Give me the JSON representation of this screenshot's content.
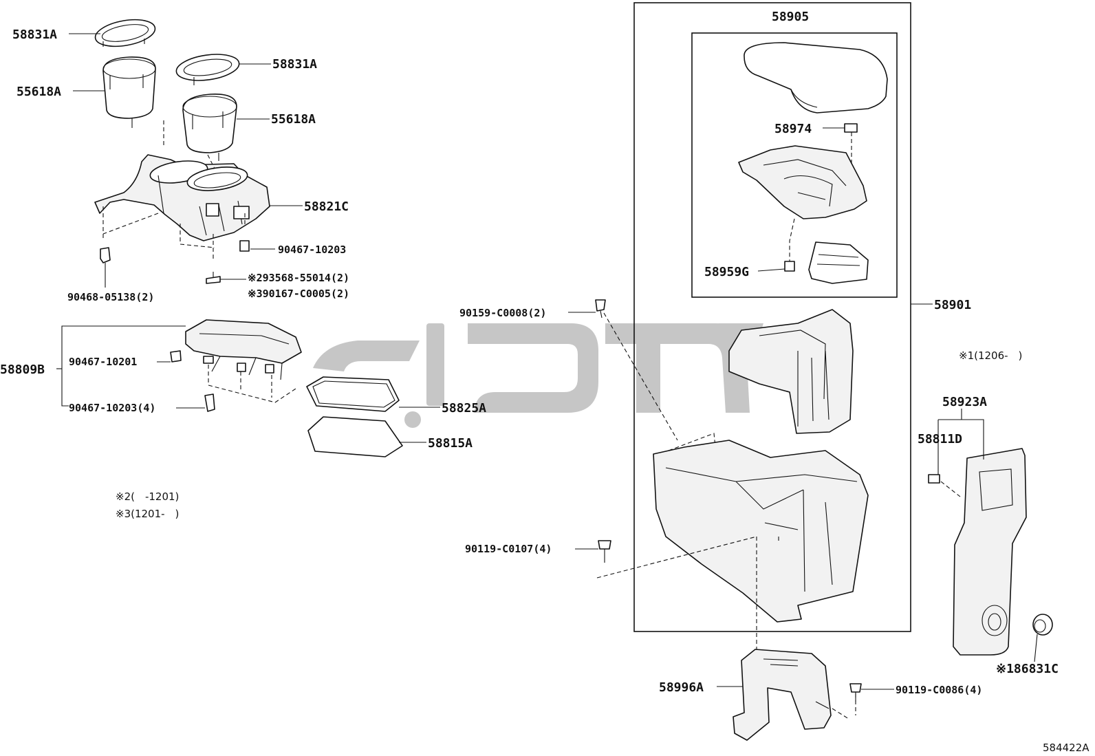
{
  "labels": {
    "cupring_left": "58831A",
    "cupring_right": "58831A",
    "cup_left": "55618A",
    "cup_right": "55618A",
    "cupholder_panel": "58821C",
    "clip_90467_10203": "90467-10203",
    "clip_90468": "90468-05138(2)",
    "screw_note2": "※293568-55014(2)",
    "screw_note3": "※390167-C0005(2)",
    "tray_box": "58809B",
    "clip_90467_10201": "90467-10201",
    "clip_90467_10203_4": "90467-10203(4)",
    "mat_58825": "58825A",
    "mat_58815": "58815A",
    "armrest_assy": "58905",
    "stopper_58974": "58974",
    "clip_58959": "58959G",
    "console_assy": "58901",
    "bolt_90159": "90159-C0008(2)",
    "bolt_90119_0107": "90119-C0107(4)",
    "bracket_58996": "58996A",
    "bolt_90119_0086": "90119-C0086(4)",
    "panel_58923": "58923A",
    "clip_58811": "58811D",
    "plug_86831": "※186831C",
    "drawing_no": "584422A"
  },
  "notes": {
    "n1": "※1(1206-　)",
    "n2": "※2(　-1201)",
    "n3": "※3(1201-　)"
  }
}
